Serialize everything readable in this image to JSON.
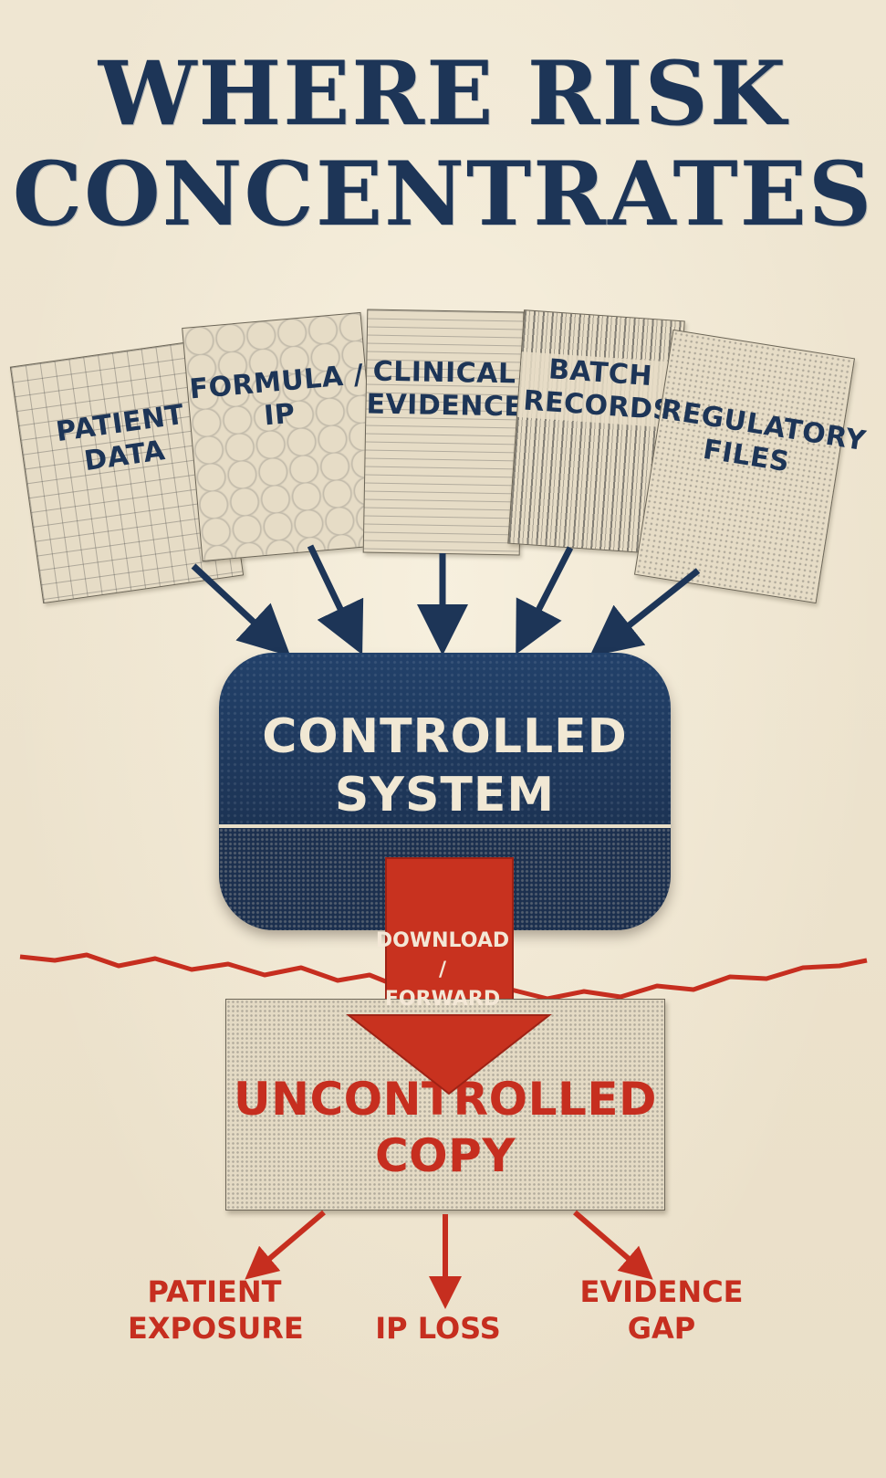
{
  "title": {
    "line1": "WHERE RISK",
    "line2": "CONCENTRATES"
  },
  "sources": [
    {
      "line1": "PATIENT",
      "line2": "DATA"
    },
    {
      "line1": "FORMULA /",
      "line2": "IP"
    },
    {
      "line1": "CLINICAL",
      "line2": "EVIDENCE"
    },
    {
      "line1": "BATCH",
      "line2": "RECORDS"
    },
    {
      "line1": "REGULATORY",
      "line2": "FILES"
    }
  ],
  "controlled_system": {
    "line1": "CONTROLLED",
    "line2": "SYSTEM"
  },
  "flow": {
    "line1": "DOWNLOAD /",
    "line2": "FORWARD"
  },
  "uncontrolled_copy": {
    "line1": "UNCONTROLLED",
    "line2": "COPY"
  },
  "outcomes": [
    {
      "line1": "PATIENT",
      "line2": "EXPOSURE"
    },
    {
      "line1": "IP LOSS",
      "line2": ""
    },
    {
      "line1": "EVIDENCE",
      "line2": "GAP"
    }
  ],
  "colors": {
    "navy": "#1d3557",
    "red": "#c62e1f",
    "paper": "#ece2cd"
  }
}
